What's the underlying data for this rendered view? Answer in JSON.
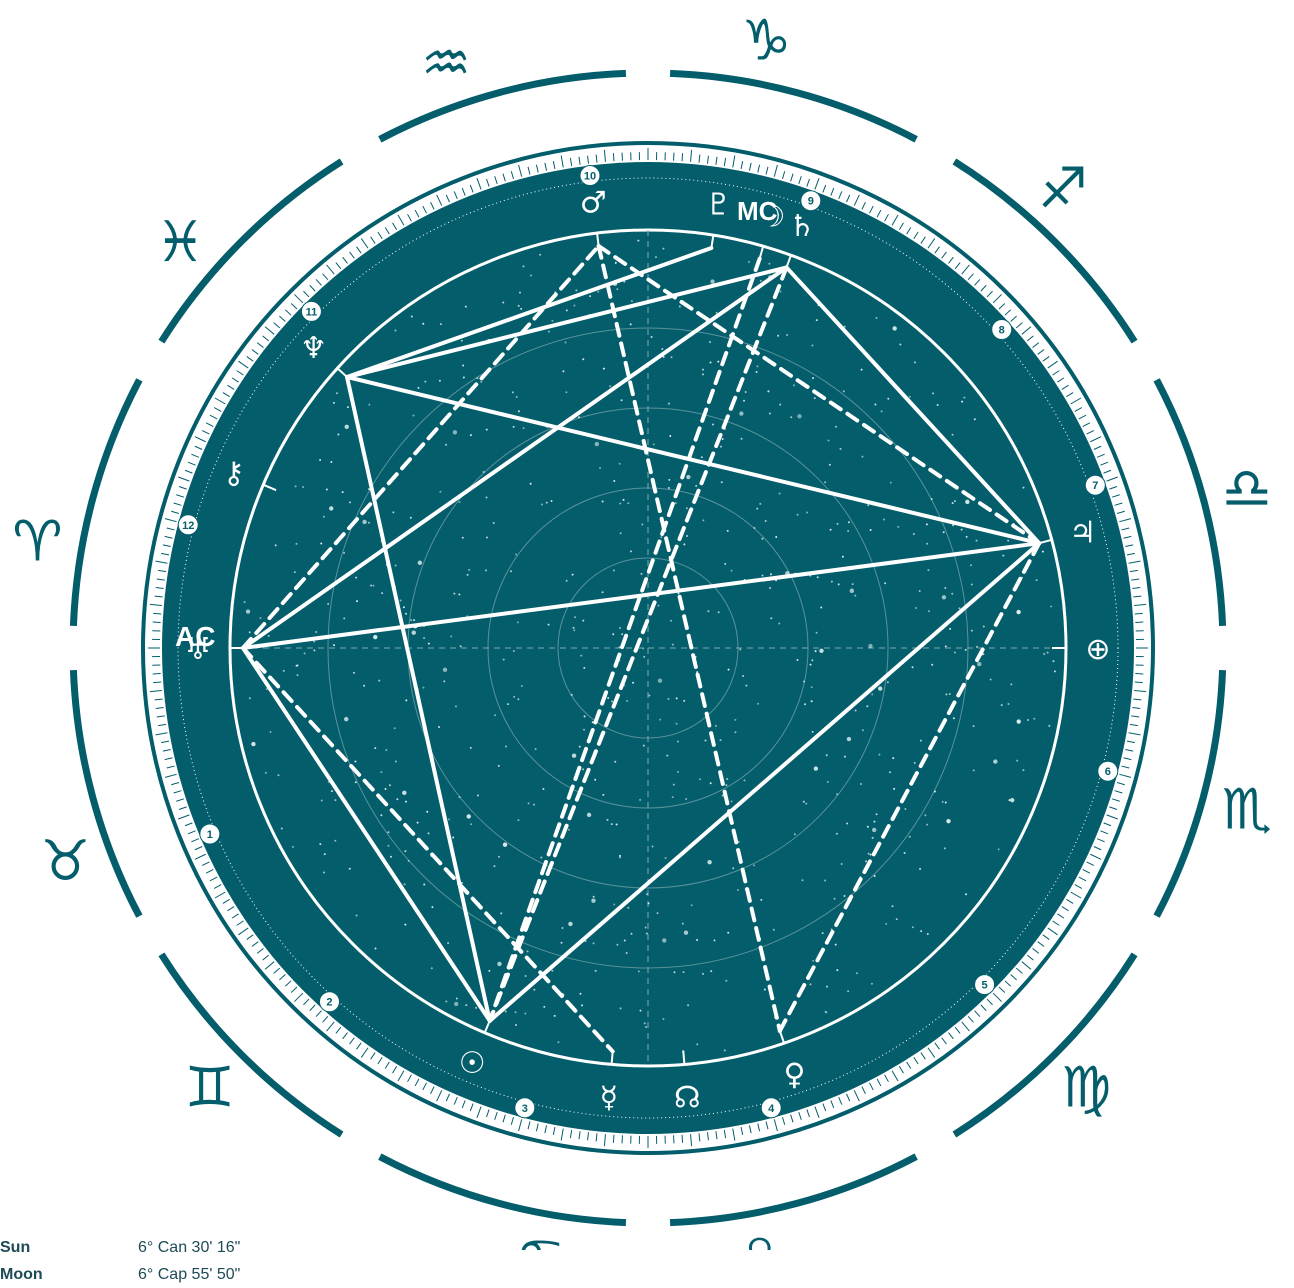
{
  "zodiac": [
    {
      "name": "aries",
      "glyph": "♈",
      "angle": 190
    },
    {
      "name": "taurus",
      "glyph": "♉",
      "angle": 160
    },
    {
      "name": "gemini",
      "glyph": "♊",
      "angle": 135
    },
    {
      "name": "cancer",
      "glyph": "♋",
      "angle": 100
    },
    {
      "name": "leo",
      "glyph": "♌",
      "angle": 80
    },
    {
      "name": "virgo",
      "glyph": "♍",
      "angle": 45
    },
    {
      "name": "libra",
      "glyph": "♎",
      "angle": 345
    },
    {
      "name": "scorpio",
      "glyph": "♏",
      "angle": 15
    },
    {
      "name": "sagittarius",
      "glyph": "♐",
      "angle": 312
    },
    {
      "name": "capricorn",
      "glyph": "♑",
      "angle": 281
    },
    {
      "name": "aquarius",
      "glyph": "♒",
      "angle": 251
    },
    {
      "name": "pisces",
      "glyph": "♓",
      "angle": 221
    }
  ],
  "houses": [
    "1",
    "2",
    "3",
    "4",
    "5",
    "6",
    "7",
    "8",
    "9",
    "10",
    "11",
    "12"
  ],
  "angles": {
    "ascendant": "AC",
    "midheaven": "MC"
  },
  "planets": [
    {
      "name": "mars",
      "glyph": "♂",
      "angle": 263
    },
    {
      "name": "pluto",
      "glyph": "♇",
      "angle": 279
    },
    {
      "name": "moon",
      "glyph": "☽",
      "angle": 286
    },
    {
      "name": "saturn",
      "glyph": "♄",
      "angle": 290
    },
    {
      "name": "jupiter",
      "glyph": "♃",
      "angle": 345
    },
    {
      "name": "earth",
      "glyph": "⊕",
      "angle": 0
    },
    {
      "name": "venus",
      "glyph": "♀",
      "angle": 71
    },
    {
      "name": "north-node",
      "glyph": "☊",
      "angle": 85
    },
    {
      "name": "mercury",
      "glyph": "☿",
      "angle": 95
    },
    {
      "name": "sun",
      "glyph": "☉",
      "angle": 113
    },
    {
      "name": "uranus",
      "glyph": "♅",
      "angle": 180
    },
    {
      "name": "chiron",
      "glyph": "⚷",
      "angle": 203
    },
    {
      "name": "neptune",
      "glyph": "♆",
      "angle": 222
    }
  ],
  "aspect_lines": [
    {
      "from": 180,
      "to": 290,
      "style": "solid"
    },
    {
      "from": 180,
      "to": 263,
      "style": "dashed"
    },
    {
      "from": 180,
      "to": 345,
      "style": "solid"
    },
    {
      "from": 180,
      "to": 113,
      "style": "solid"
    },
    {
      "from": 180,
      "to": 95,
      "style": "dashed"
    },
    {
      "from": 222,
      "to": 279,
      "style": "solid"
    },
    {
      "from": 222,
      "to": 290,
      "style": "solid"
    },
    {
      "from": 222,
      "to": 345,
      "style": "solid"
    },
    {
      "from": 222,
      "to": 113,
      "style": "solid"
    },
    {
      "from": 263,
      "to": 345,
      "style": "dashed"
    },
    {
      "from": 263,
      "to": 71,
      "style": "dashed"
    },
    {
      "from": 290,
      "to": 345,
      "style": "solid"
    },
    {
      "from": 290,
      "to": 113,
      "style": "dashed"
    },
    {
      "from": 286,
      "to": 113,
      "style": "dashed"
    },
    {
      "from": 113,
      "to": 345,
      "style": "solid"
    },
    {
      "from": 71,
      "to": 345,
      "style": "dashed"
    }
  ],
  "positions": [
    {
      "name": "Sun",
      "value": "6° Can 30' 16\""
    },
    {
      "name": "Moon",
      "value": "6° Cap 55' 50\""
    }
  ],
  "colors": {
    "primary": "#045d6b",
    "white": "#ffffff",
    "star": "#dfeff0"
  }
}
